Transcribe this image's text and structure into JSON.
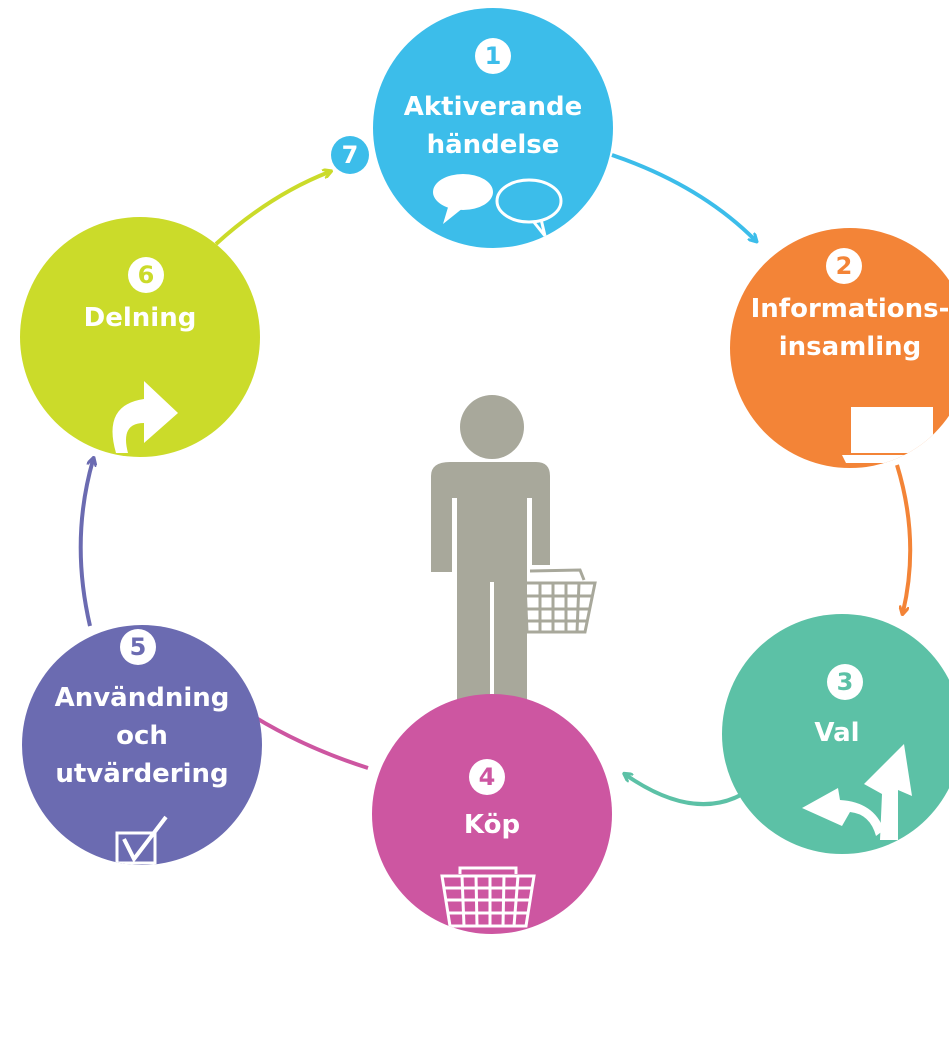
{
  "colors": {
    "step1": "#3cbdea",
    "step2": "#f38437",
    "step3": "#5cc1a6",
    "step4": "#cd56a1",
    "step5": "#6b6bb1",
    "step6": "#cbdb2a",
    "person": "#a8a89b"
  },
  "steps": [
    {
      "number": "1",
      "lines": [
        "Aktiverande",
        "händelse"
      ],
      "icon": "speech-bubbles-icon"
    },
    {
      "number": "2",
      "lines": [
        "Informations-",
        "insamling"
      ],
      "icon": "laptop-icon"
    },
    {
      "number": "3",
      "lines": [
        "Val"
      ],
      "icon": "split-arrows-icon"
    },
    {
      "number": "4",
      "lines": [
        "Köp"
      ],
      "icon": "shopping-basket-icon"
    },
    {
      "number": "5",
      "lines": [
        "Användning",
        "och",
        "utvärdering"
      ],
      "icon": "checkbox-icon"
    },
    {
      "number": "6",
      "lines": [
        "Delning"
      ],
      "icon": "share-arrow-icon"
    }
  ],
  "loop_back": {
    "number": "7"
  },
  "center": {
    "icon": "person-with-basket-icon"
  }
}
